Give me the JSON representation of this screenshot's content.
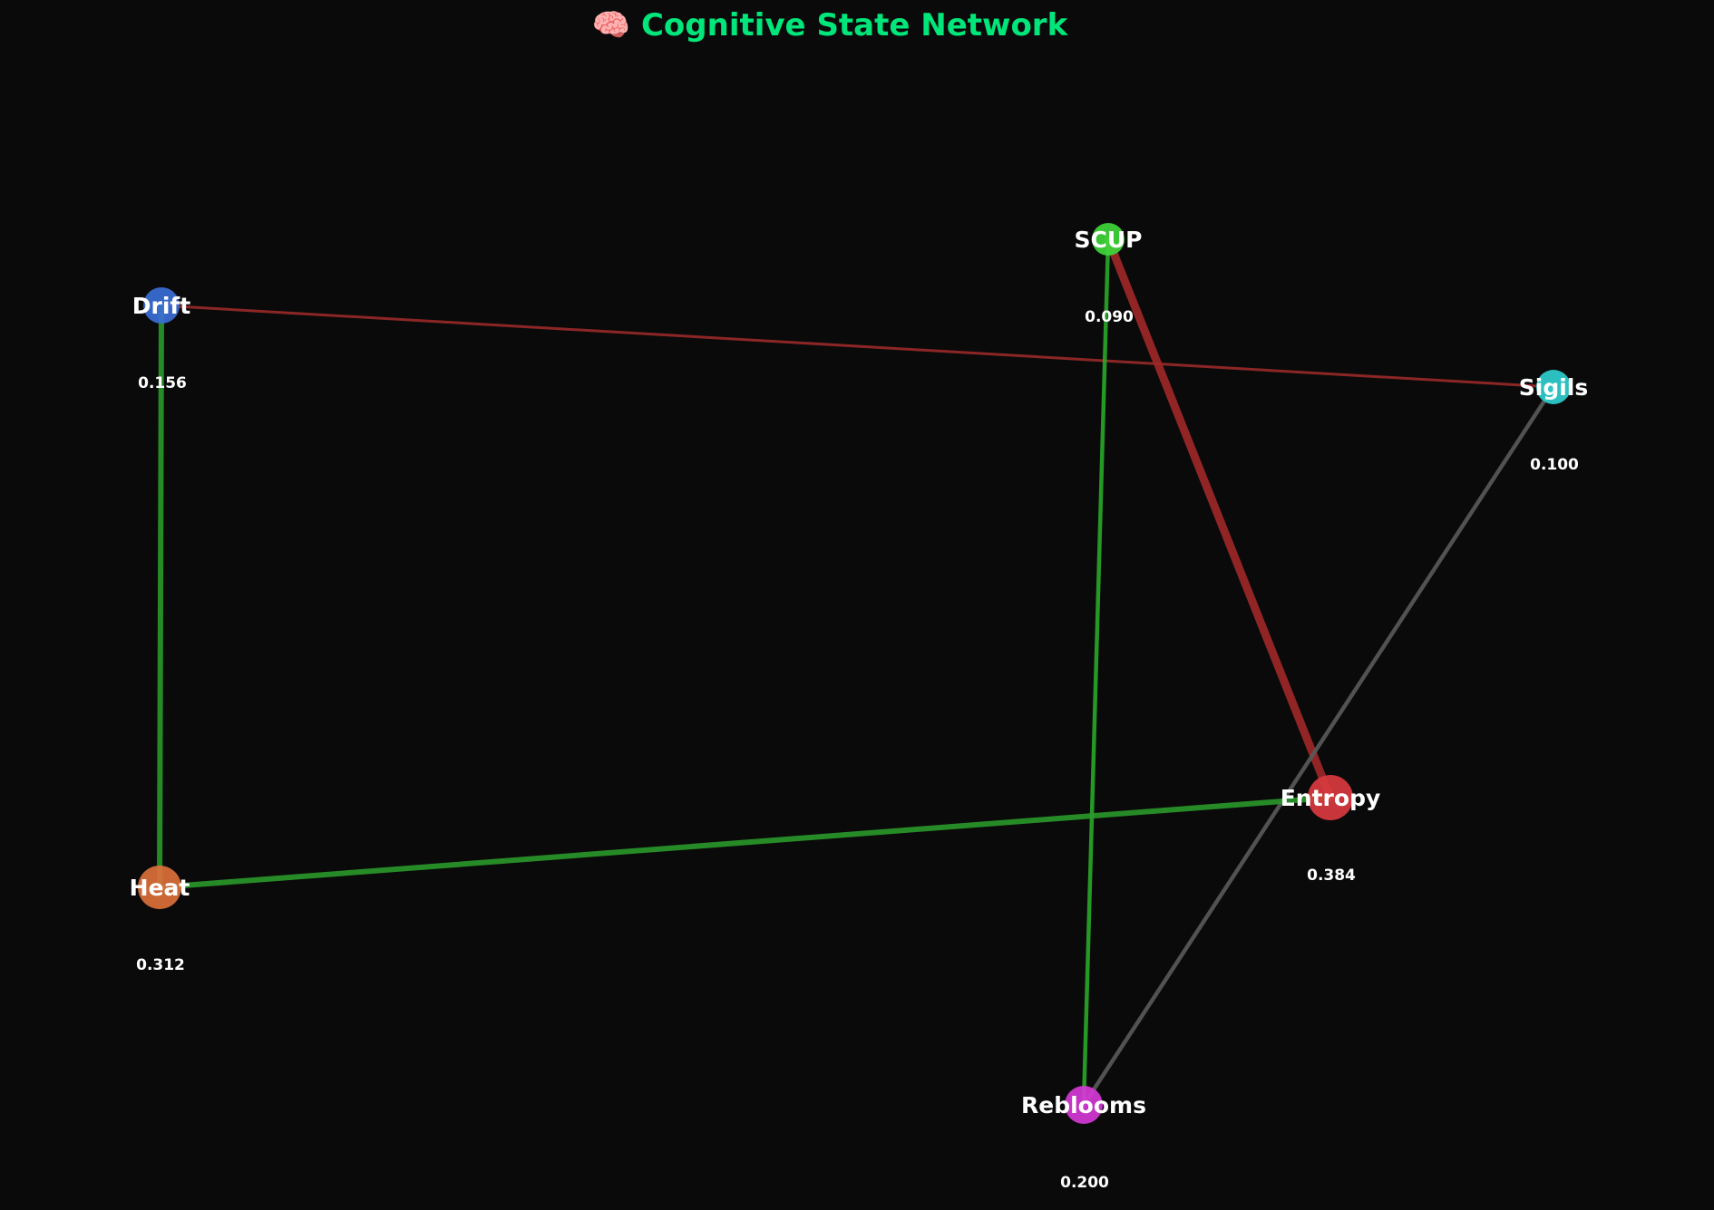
{
  "title": "🧠 Cognitive State Network",
  "colors": {
    "background": "#0a0a0a",
    "title": "#00e67a",
    "label": "#ffffff"
  },
  "nodes": [
    {
      "id": "drift",
      "label": "Drift",
      "value": "0.156",
      "color": "#3b6fd6",
      "weight": 0.156
    },
    {
      "id": "scup",
      "label": "SCUP",
      "value": "0.090",
      "color": "#3fd63a",
      "weight": 0.09
    },
    {
      "id": "sigils",
      "label": "Sigils",
      "value": "0.100",
      "color": "#2fcfd0",
      "weight": 0.1
    },
    {
      "id": "entropy",
      "label": "Entropy",
      "value": "0.384",
      "color": "#d93a3f",
      "weight": 0.384
    },
    {
      "id": "heat",
      "label": "Heat",
      "value": "0.312",
      "color": "#db703a",
      "weight": 0.312
    },
    {
      "id": "reblooms",
      "label": "Reblooms",
      "value": "0.200",
      "color": "#d63ad6",
      "weight": 0.2
    }
  ],
  "edges": [
    {
      "source": "drift",
      "target": "sigils",
      "color": "#9b2a2a",
      "strength": "weak"
    },
    {
      "source": "drift",
      "target": "heat",
      "color": "#2a9a2a",
      "strength": "strong"
    },
    {
      "source": "scup",
      "target": "entropy",
      "color": "#a02828",
      "strength": "very-strong"
    },
    {
      "source": "scup",
      "target": "reblooms",
      "color": "#2aa82a",
      "strength": "medium"
    },
    {
      "source": "sigils",
      "target": "reblooms",
      "color": "#5a5a5a",
      "strength": "medium"
    },
    {
      "source": "heat",
      "target": "entropy",
      "color": "#2a9a2a",
      "strength": "strong"
    }
  ]
}
